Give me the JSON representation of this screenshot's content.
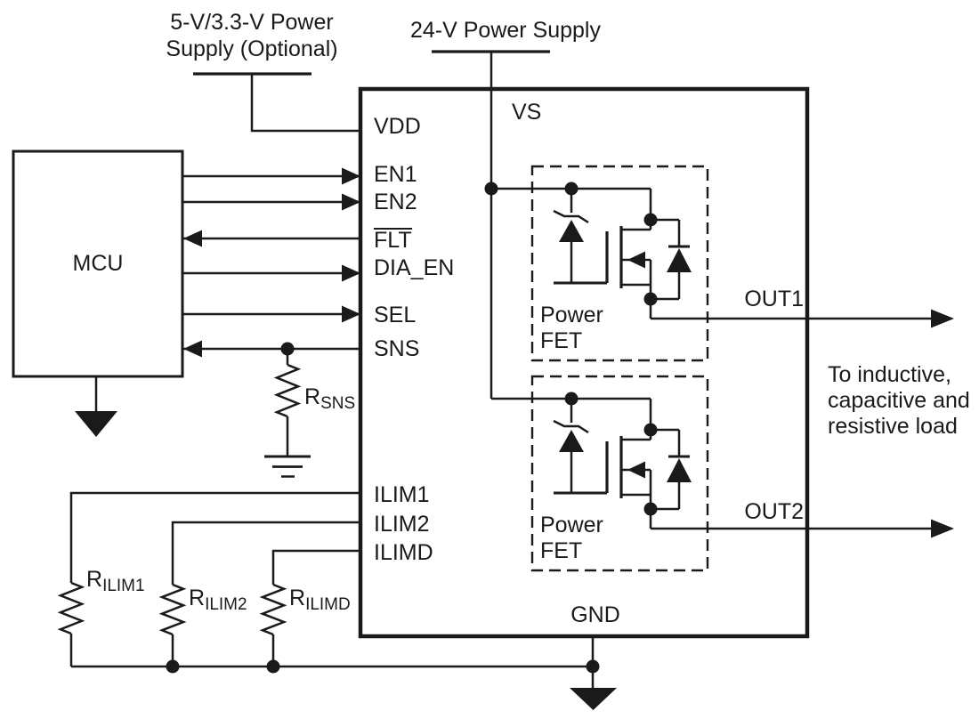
{
  "supplies": {
    "optional": {
      "line1": "5-V/3.3-V Power",
      "line2": "Supply (Optional)"
    },
    "main": {
      "label": "24-V Power Supply"
    }
  },
  "mcu": {
    "label": "MCU"
  },
  "ic": {
    "pins": {
      "vdd": "VDD",
      "en1": "EN1",
      "en2": "EN2",
      "flt": "FLT",
      "dia_en": "DIA_EN",
      "sel": "SEL",
      "sns": "SNS",
      "ilim1": "ILIM1",
      "ilim2": "ILIM2",
      "ilimd": "ILIMD",
      "vs": "VS",
      "gnd": "GND",
      "out1": "OUT1",
      "out2": "OUT2"
    },
    "power_fet": {
      "line1": "Power",
      "line2": "FET"
    }
  },
  "resistors": {
    "rsns": {
      "base": "R",
      "sub": "SNS"
    },
    "rilim1": {
      "base": "R",
      "sub": "ILIM1"
    },
    "rilim2": {
      "base": "R",
      "sub": "ILIM2"
    },
    "rilimd": {
      "base": "R",
      "sub": "ILIMD"
    }
  },
  "load_note": {
    "line1": "To inductive,",
    "line2": "capacitive and",
    "line3": "resistive load"
  },
  "colors": {
    "ink": "#1a1a1a",
    "background": "#ffffff"
  }
}
